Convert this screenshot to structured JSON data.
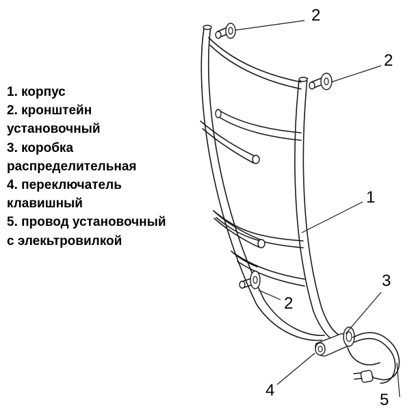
{
  "legend": [
    "1. корпус",
    "2. кронштейн",
    "установочный",
    "3. коробка",
    "распределительная",
    "4. переключатель",
    "клавишный",
    "5. провод установочный",
    "с элекьтровилкой"
  ],
  "callouts": {
    "body": "1",
    "bracket_top_left": "2",
    "bracket_top_right": "2",
    "bracket_bottom": "2",
    "junction_box": "3",
    "switch": "4",
    "cord": "5"
  }
}
